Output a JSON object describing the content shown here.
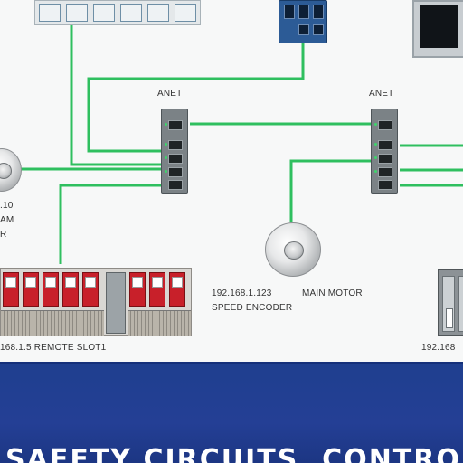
{
  "colors": {
    "cable": "#2fbf5f",
    "banner": "#243f95",
    "io_module": "#c8202a"
  },
  "switches": {
    "left_label": "ANET",
    "right_label": "ANET"
  },
  "devices": {
    "left_motor": {
      "ip_fragment": ".10",
      "name_fragment": "AM",
      "extra_fragment": "R"
    },
    "speed_encoder": {
      "ip": "192.168.1.123",
      "title": "MAIN MOTOR",
      "subtitle": "SPEED ENCODER"
    },
    "remote_slot": {
      "caption": "168.1.5   REMOTE SLOT1"
    },
    "right_io": {
      "ip_fragment": "192.168"
    }
  },
  "banner": {
    "text": "SAFETY CIRCUITS, CONTRO"
  }
}
